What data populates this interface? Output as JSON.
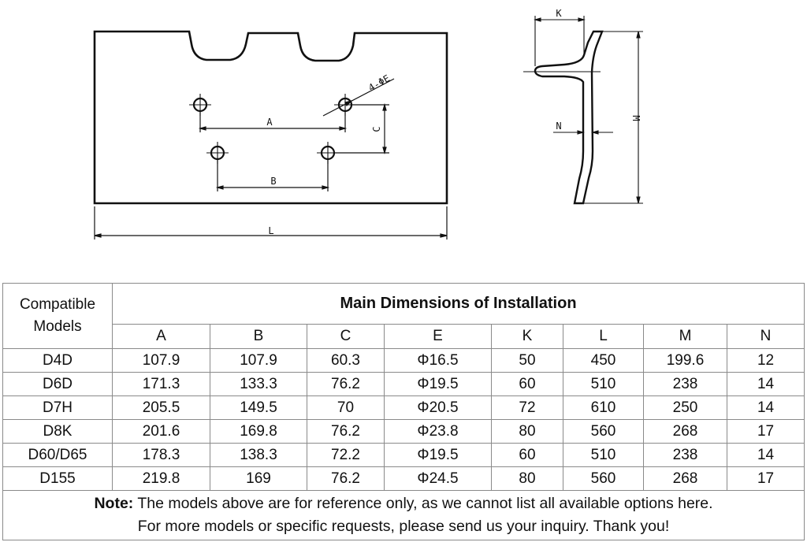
{
  "drawing": {
    "front_view": {
      "label_a": "A",
      "label_b": "B",
      "label_c": "C",
      "label_holes": "4-ΦE",
      "label_l": "L"
    },
    "side_view": {
      "label_k": "K",
      "label_m": "M",
      "label_n": "N"
    }
  },
  "table": {
    "models_header_line1": "Compatible",
    "models_header_line2": "Models",
    "main_header": "Main Dimensions of Installation",
    "columns": [
      "A",
      "B",
      "C",
      "E",
      "K",
      "L",
      "M",
      "N"
    ],
    "rows": [
      {
        "model": "D4D",
        "values": [
          "107.9",
          "107.9",
          "60.3",
          "Φ16.5",
          "50",
          "450",
          "199.6",
          "12"
        ]
      },
      {
        "model": "D6D",
        "values": [
          "171.3",
          "133.3",
          "76.2",
          "Φ19.5",
          "60",
          "510",
          "238",
          "14"
        ]
      },
      {
        "model": "D7H",
        "values": [
          "205.5",
          "149.5",
          "70",
          "Φ20.5",
          "72",
          "610",
          "250",
          "14"
        ]
      },
      {
        "model": "D8K",
        "values": [
          "201.6",
          "169.8",
          "76.2",
          "Φ23.8",
          "80",
          "560",
          "268",
          "17"
        ]
      },
      {
        "model": "D60/D65",
        "values": [
          "178.3",
          "138.3",
          "72.2",
          "Φ19.5",
          "60",
          "510",
          "238",
          "14"
        ]
      },
      {
        "model": "D155",
        "values": [
          "219.8",
          "169",
          "76.2",
          "Φ24.5",
          "80",
          "560",
          "268",
          "17"
        ]
      }
    ],
    "note_label": "Note:",
    "note_line1": " The models above are for reference only, as we cannot list all available options here.",
    "note_line2": "For more models or specific requests, please send us your inquiry. Thank you!"
  }
}
